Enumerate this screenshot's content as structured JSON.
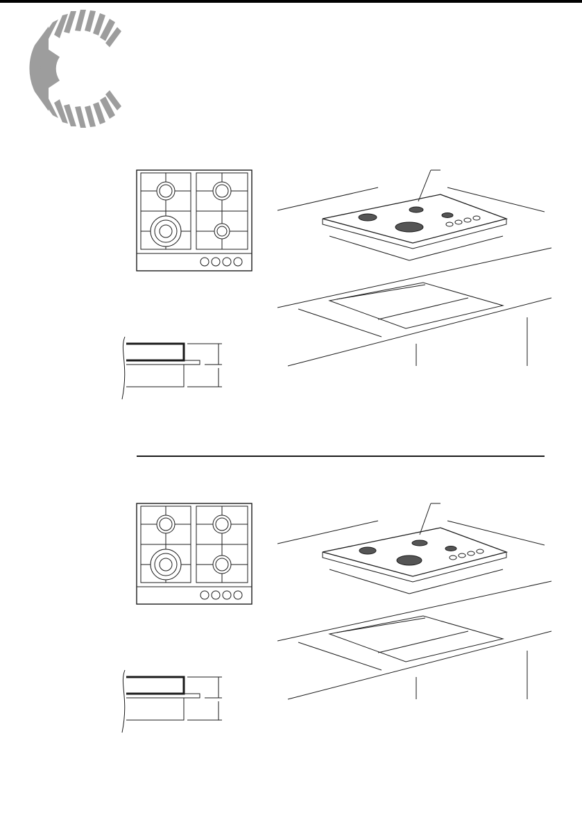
{
  "page": {
    "logo_icon": "brand-logo-c-sunburst",
    "colors": {
      "logo": "#9d9d9d",
      "line": "#1a1a1a"
    },
    "diagrams": [
      {
        "id": "model-1",
        "views": [
          "hob-top-view",
          "hob-isometric-view",
          "countertop-cutout",
          "section-detail"
        ]
      },
      {
        "id": "model-2",
        "views": [
          "hob-top-view",
          "hob-isometric-view",
          "countertop-cutout",
          "section-detail"
        ]
      }
    ]
  }
}
